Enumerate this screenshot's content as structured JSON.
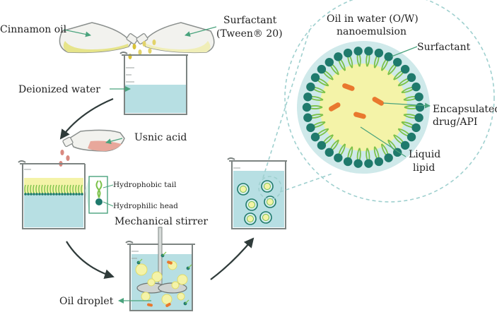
{
  "labels": {
    "cinnamon_oil": "Cinnamon oil",
    "surfactant_line1": "Surfactant",
    "surfactant_line2": "(Tween® 20)",
    "deionized_water": "Deionized water",
    "usnic_acid": "Usnic acid",
    "hydrophobic_tail": "Hydrophobic tail",
    "hydrophilic_head": "Hydrophilic head",
    "mechanical_stirrer": "Mechanical stirrer",
    "oil_droplet": "Oil droplet",
    "nanoemulsion_line1": "Oil in water (O/W)",
    "nanoemulsion_line2": "nanoemulsion",
    "surfactant_zoom": "Surfactant",
    "encapsulated_line1": "Encapsulated",
    "encapsulated_line2": "drug/API",
    "liquid_line1": "Liquid",
    "liquid_line2": "lipid"
  },
  "colors": {
    "water": "#b7dfe3",
    "oil": "#f4f3a8",
    "surfactant_head": "#1f7a6c",
    "surfactant_tail": "#7cc24a",
    "drug": "#e9782e",
    "pointer": "#4aa37d",
    "arrow": "#2f3b3a",
    "usnic": "#e8a79b"
  }
}
